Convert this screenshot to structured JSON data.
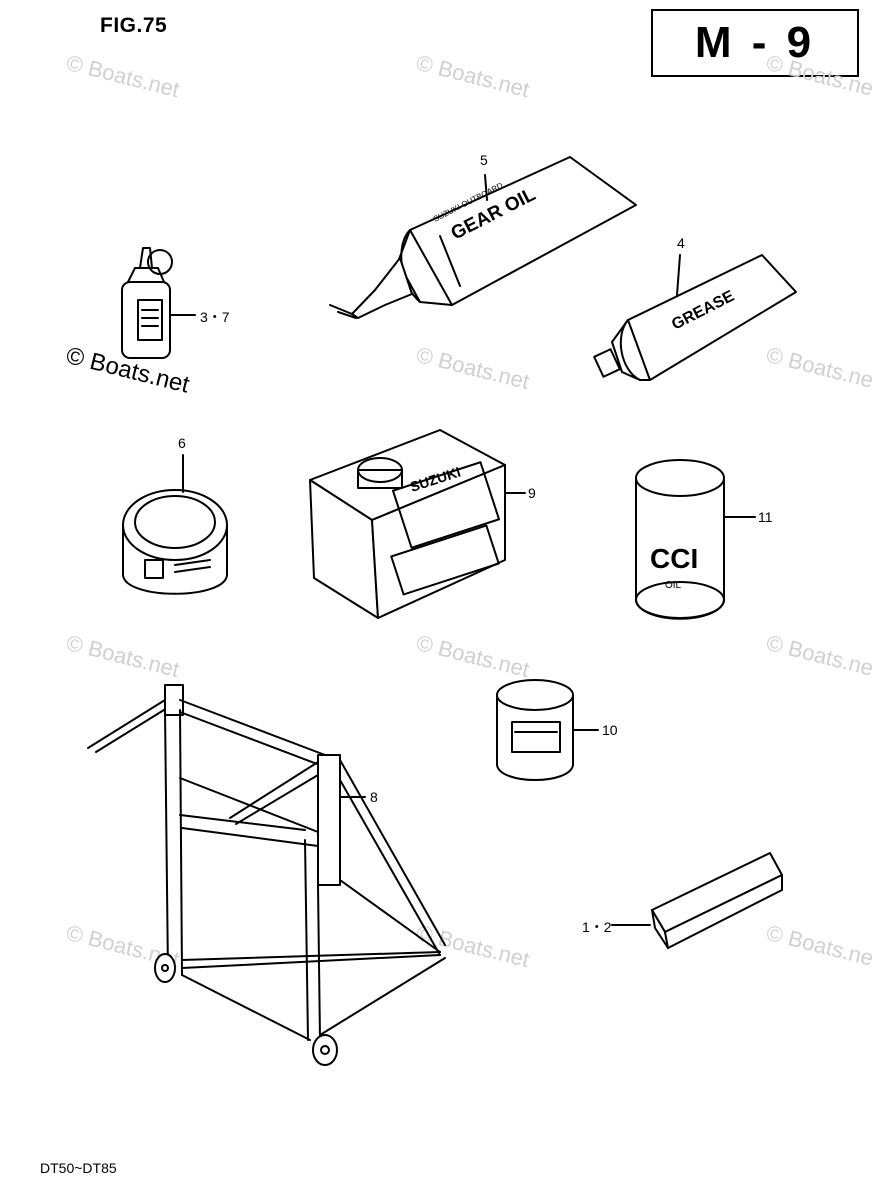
{
  "header": {
    "figure": "FIG.75",
    "section_code": "M - 9"
  },
  "footer": {
    "model_range": "DT50~DT85"
  },
  "watermark": {
    "text": "© Boats.net"
  },
  "callouts": {
    "c5": "5",
    "c4": "4",
    "c37": "3・7",
    "c6": "6",
    "c9": "9",
    "c11": "11",
    "c10": "10",
    "c8": "8",
    "c12": "1・2"
  },
  "product_labels": {
    "gear_oil_brand": "SUZUKI OUTBOARD",
    "gear_oil": "GEAR OIL",
    "grease": "GREASE",
    "can_brand": "SUZUKI",
    "ccl": "CCI",
    "ccl_sub": "OIL"
  }
}
